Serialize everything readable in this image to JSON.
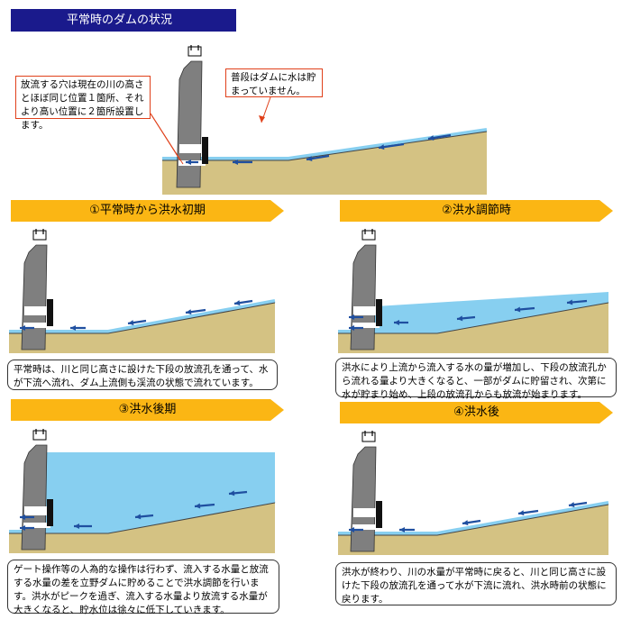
{
  "title": "平常時のダムの状況",
  "notes": {
    "outlet": "放流する穴は現在の川の高さとほぼ同じ位置１箇所、それより高い位置に２箇所設置します。",
    "normal": "普段はダムに水は貯まっていません。"
  },
  "phases": [
    {
      "label": "①平常時から洪水初期",
      "caption": "平常時は、川と同じ高さに設けた下段の放流孔を通って、水が下流へ流れ、ダム上流側も渓流の状態で流れています。"
    },
    {
      "label": "②洪水調節時",
      "caption": "洪水により上流から流入する水の量が増加し、下段の放流孔から流れる量より大きくなると、一部がダムに貯留され、次第に水が貯まり始め、上段の放流孔からも放流が始まります。"
    },
    {
      "label": "③洪水後期",
      "caption": "ゲート操作等の人為的な操作は行わず、流入する水量と放流する水量の差を立野ダムに貯めることで洪水調節を行います。洪水がピークを過ぎ、流入する水量より放流する水量が大きくなると、貯水位は徐々に低下していきます。"
    },
    {
      "label": "④洪水後",
      "caption": "洪水が終わり、川の水量が平常時に戻ると、川と同じ高さに設けた下段の放流孔を通って水が下流に流れ、洪水時前の状態に戻ります。"
    }
  ],
  "colors": {
    "title_bg": "#1a1a8c",
    "ground": "#d4c283",
    "water": "#87cff0",
    "dam": "#7f7f7f",
    "arrow": "#1f4fa0",
    "phase_arrow": "#fbb614",
    "note_border": "#e0401a"
  }
}
